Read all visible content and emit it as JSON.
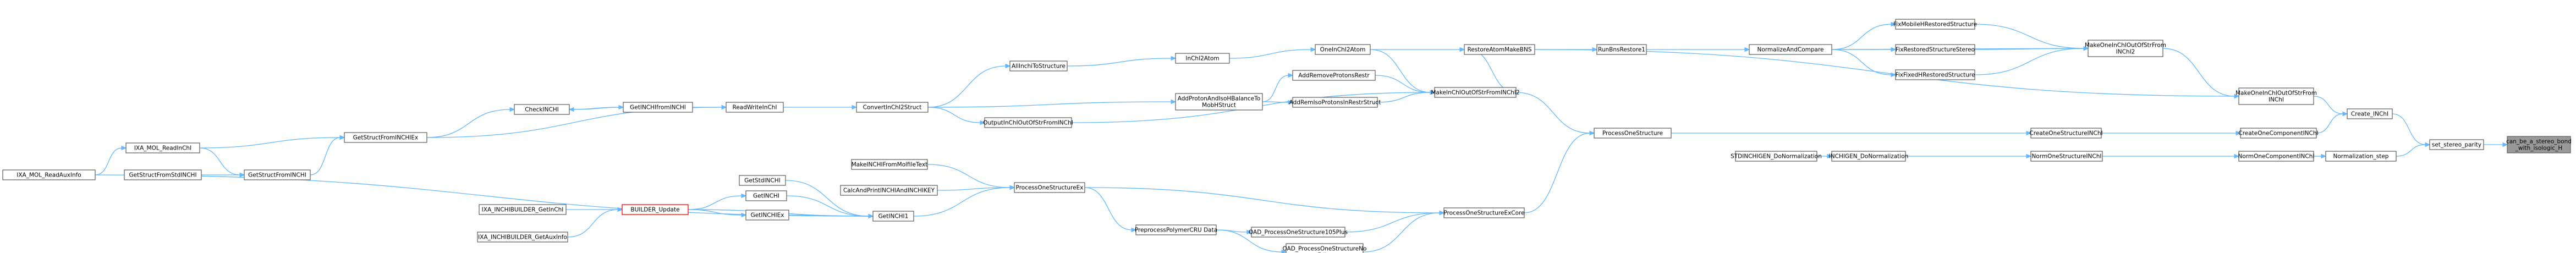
{
  "nodes": [
    {
      "id": "n_can_be",
      "lines": [
        "can_be_a_stereo_bond",
        "_with_isologic_H"
      ],
      "style": "highlight"
    },
    {
      "id": "n_set_stereo",
      "lines": [
        "set_stereo_parity"
      ]
    },
    {
      "id": "n_create_inchi",
      "lines": [
        "Create_INChI"
      ]
    },
    {
      "id": "n_norm_step",
      "lines": [
        "Normalization_step"
      ]
    },
    {
      "id": "n_make_one_inchi_from",
      "lines": [
        "MakeOneInChIOutOfStrFrom",
        "INChI"
      ]
    },
    {
      "id": "n_make_one_inchi2",
      "lines": [
        "MakeOneInChIOutOfStrFrom",
        "INChI2"
      ]
    },
    {
      "id": "n_create_one_component",
      "lines": [
        "CreateOneComponentINChI"
      ]
    },
    {
      "id": "n_norm_one_component",
      "lines": [
        "NormOneComponentINChI"
      ]
    },
    {
      "id": "n_fix_mobile",
      "lines": [
        "FixMobileHRestoredStructure"
      ]
    },
    {
      "id": "n_fix_restored_stereo",
      "lines": [
        "FixRestoredStructureStereo"
      ]
    },
    {
      "id": "n_fix_fixedh",
      "lines": [
        "FixFixedHRestoredStructure"
      ]
    },
    {
      "id": "n_create_one_structure",
      "lines": [
        "CreateOneStructureINChI"
      ]
    },
    {
      "id": "n_norm_one_structure",
      "lines": [
        "NormOneStructureINChI"
      ]
    },
    {
      "id": "n_normalize_compare",
      "lines": [
        "NormalizeAndCompare"
      ]
    },
    {
      "id": "n_inchigen_norm",
      "lines": [
        "INCHIGEN_DoNormalization"
      ]
    },
    {
      "id": "n_stdinchigen_norm",
      "lines": [
        "STDINCHIGEN_DoNormalization"
      ]
    },
    {
      "id": "n_process_one_structure",
      "lines": [
        "ProcessOneStructure"
      ]
    },
    {
      "id": "n_run_bns_restore",
      "lines": [
        "RunBnsRestore1"
      ]
    },
    {
      "id": "n_restore_atom",
      "lines": [
        "RestoreAtomMakeBNS"
      ]
    },
    {
      "id": "n_make_inchi_out",
      "lines": [
        "MakeInChIOutOfStrFromINChI2"
      ]
    },
    {
      "id": "n_process_one_ex_core",
      "lines": [
        "ProcessOneStructureExCore"
      ]
    },
    {
      "id": "n_one_inchi2atom",
      "lines": [
        "OneInChI2Atom"
      ]
    },
    {
      "id": "n_add_remove_protons",
      "lines": [
        "AddRemoveProtonsRestr"
      ]
    },
    {
      "id": "n_add_remove_isoprotons",
      "lines": [
        "AddRemIsoProtonsInRestrStruct"
      ]
    },
    {
      "id": "n_oad_process_105",
      "lines": [
        "OAD_ProcessOneStructure105Plus"
      ]
    },
    {
      "id": "n_oad_process_no_edits",
      "lines": [
        "OAD_ProcessOneStructureNo",
        "Edits"
      ]
    },
    {
      "id": "n_inchi2atom",
      "lines": [
        "InChI2Atom"
      ]
    },
    {
      "id": "n_add_protons_balance",
      "lines": [
        "AddProtonAndIsoHBalanceTo",
        "MobHStruct"
      ]
    },
    {
      "id": "n_preprocess_polymer",
      "lines": [
        "PreprocessPolymerCRU Data"
      ]
    },
    {
      "id": "n_process_one_fx",
      "lines": [
        "ProcessOneStructureEx"
      ]
    },
    {
      "id": "n_all_inchi_to_structure",
      "lines": [
        "AllInchiToStructure"
      ]
    },
    {
      "id": "n_output_inchi_out",
      "lines": [
        "OutputInChIOutOfStrFromINChI"
      ]
    },
    {
      "id": "n_make_inchi_from_mol",
      "lines": [
        "MakeINCHIFromMolfileText"
      ]
    },
    {
      "id": "n_calc_and_print",
      "lines": [
        "CalcAndPrintINCHIAndINCHIKEY"
      ]
    },
    {
      "id": "n_convert_inchi2struct",
      "lines": [
        "ConvertInChI2Struct"
      ]
    },
    {
      "id": "n_get_inchi1",
      "lines": [
        "GetINCHI1"
      ]
    },
    {
      "id": "n_read_write_inchi",
      "lines": [
        "ReadWriteInChI"
      ]
    },
    {
      "id": "n_get_std_inchi",
      "lines": [
        "GetStdINCHI"
      ]
    },
    {
      "id": "n_get_inchi",
      "lines": [
        "GetINCHI"
      ]
    },
    {
      "id": "n_get_inchi_ex",
      "lines": [
        "GetINCHIEx"
      ]
    },
    {
      "id": "n_get_inchi_from_inchi",
      "lines": [
        "GetINCHIfromINCHI"
      ]
    },
    {
      "id": "n_builder_update",
      "lines": [
        "BUILDER_Update"
      ],
      "style": "redbox"
    },
    {
      "id": "n_check_inchi",
      "lines": [
        "CheckINCHI"
      ]
    },
    {
      "id": "n_ixa_builder_getinchi",
      "lines": [
        "IXA_INCHIBUILDER_GetInChI"
      ]
    },
    {
      "id": "n_ixa_builder_getauxinfo",
      "lines": [
        "IXA_INCHIBUILDER_GetAuxInfo"
      ]
    },
    {
      "id": "n_get_struct_from_inchi_ex",
      "lines": [
        "GetStructFromINCHIEx"
      ]
    },
    {
      "id": "n_get_struct_from_inchi",
      "lines": [
        "GetStructFromINCHI"
      ]
    },
    {
      "id": "n_get_struct_from_std",
      "lines": [
        "GetStructFromStdINCHI"
      ]
    },
    {
      "id": "n_ixa_mol_readinchi",
      "lines": [
        "IXA_MOL_ReadInChI"
      ]
    },
    {
      "id": "n_ixa_mol_readauxinfo",
      "lines": [
        "IXA_MOL_ReadAuxInfo"
      ]
    }
  ],
  "edges": [
    [
      "n_set_stereo",
      "n_can_be"
    ],
    [
      "n_create_inchi",
      "n_set_stereo"
    ],
    [
      "n_norm_step",
      "n_set_stereo"
    ],
    [
      "n_make_one_inchi_from",
      "n_create_inchi"
    ],
    [
      "n_create_one_component",
      "n_create_inchi"
    ],
    [
      "n_norm_one_component",
      "n_norm_step"
    ],
    [
      "n_make_one_inchi2",
      "n_make_one_inchi_from"
    ],
    [
      "n_create_one_structure",
      "n_create_one_component"
    ],
    [
      "n_norm_one_structure",
      "n_norm_one_component"
    ],
    [
      "n_fix_mobile",
      "n_make_one_inchi2"
    ],
    [
      "n_fix_restored_stereo",
      "n_make_one_inchi2"
    ],
    [
      "n_fix_fixedh",
      "n_make_one_inchi2"
    ],
    [
      "n_normalize_compare",
      "n_make_one_inchi2"
    ],
    [
      "n_restore_atom",
      "n_make_one_inchi_from"
    ],
    [
      "n_normalize_compare",
      "n_fix_mobile"
    ],
    [
      "n_normalize_compare",
      "n_fix_restored_stereo"
    ],
    [
      "n_normalize_compare",
      "n_fix_fixedh"
    ],
    [
      "n_process_one_structure",
      "n_create_one_structure"
    ],
    [
      "n_inchigen_norm",
      "n_norm_one_structure"
    ],
    [
      "n_stdinchigen_norm",
      "n_inchigen_norm"
    ],
    [
      "n_run_bns_restore",
      "n_normalize_compare"
    ],
    [
      "n_restore_atom",
      "n_run_bns_restore"
    ],
    [
      "n_make_inchi_out",
      "n_process_one_structure"
    ],
    [
      "n_process_one_ex_core",
      "n_process_one_structure"
    ],
    [
      "n_one_inchi2atom",
      "n_restore_atom"
    ],
    [
      "n_make_inchi_out",
      "n_restore_atom"
    ],
    [
      "n_add_remove_protons",
      "n_make_inchi_out"
    ],
    [
      "n_add_remove_isoprotons",
      "n_make_inchi_out"
    ],
    [
      "n_one_inchi2atom",
      "n_make_inchi_out"
    ],
    [
      "n_oad_process_105",
      "n_process_one_ex_core"
    ],
    [
      "n_oad_process_no_edits",
      "n_process_one_ex_core"
    ],
    [
      "n_process_one_fx",
      "n_process_one_ex_core"
    ],
    [
      "n_inchi2atom",
      "n_one_inchi2atom"
    ],
    [
      "n_add_protons_balance",
      "n_add_remove_protons"
    ],
    [
      "n_add_protons_balance",
      "n_add_remove_isoprotons"
    ],
    [
      "n_preprocess_polymer",
      "n_oad_process_105"
    ],
    [
      "n_preprocess_polymer",
      "n_oad_process_no_edits"
    ],
    [
      "n_all_inchi_to_structure",
      "n_inchi2atom"
    ],
    [
      "n_convert_inchi2struct",
      "n_add_protons_balance"
    ],
    [
      "n_output_inchi_out",
      "n_make_inchi_out"
    ],
    [
      "n_process_one_fx",
      "n_preprocess_polymer"
    ],
    [
      "n_convert_inchi2struct",
      "n_all_inchi_to_structure"
    ],
    [
      "n_convert_inchi2struct",
      "n_output_inchi_out"
    ],
    [
      "n_make_inchi_from_mol",
      "n_process_one_fx"
    ],
    [
      "n_calc_and_print",
      "n_process_one_fx"
    ],
    [
      "n_get_inchi1",
      "n_process_one_fx"
    ],
    [
      "n_read_write_inchi",
      "n_convert_inchi2struct"
    ],
    [
      "n_get_std_inchi",
      "n_get_inchi1"
    ],
    [
      "n_get_inchi",
      "n_get_inchi1"
    ],
    [
      "n_get_inchi_ex",
      "n_get_inchi1"
    ],
    [
      "n_builder_update",
      "n_get_inchi1"
    ],
    [
      "n_get_inchi_from_inchi",
      "n_read_write_inchi"
    ],
    [
      "n_get_struct_from_inchi_ex",
      "n_read_write_inchi"
    ],
    [
      "n_builder_update",
      "n_get_inchi"
    ],
    [
      "n_builder_update",
      "n_get_inchi_ex"
    ],
    [
      "n_check_inchi",
      "n_get_inchi_from_inchi"
    ],
    [
      "n_get_inchi_from_inchi",
      "n_check_inchi"
    ],
    [
      "n_ixa_builder_getinchi",
      "n_builder_update"
    ],
    [
      "n_ixa_builder_getauxinfo",
      "n_builder_update"
    ],
    [
      "n_get_struct_from_inchi_ex",
      "n_check_inchi"
    ],
    [
      "n_ixa_mol_readinchi",
      "n_get_struct_from_inchi_ex"
    ],
    [
      "n_get_struct_from_inchi",
      "n_get_struct_from_inchi_ex"
    ],
    [
      "n_get_struct_from_std",
      "n_get_struct_from_inchi"
    ],
    [
      "n_ixa_mol_readinchi",
      "n_get_struct_from_inchi"
    ],
    [
      "n_ixa_mol_readauxinfo",
      "n_ixa_mol_readinchi"
    ],
    [
      "n_ixa_mol_readauxinfo",
      "n_get_inchi1"
    ]
  ]
}
